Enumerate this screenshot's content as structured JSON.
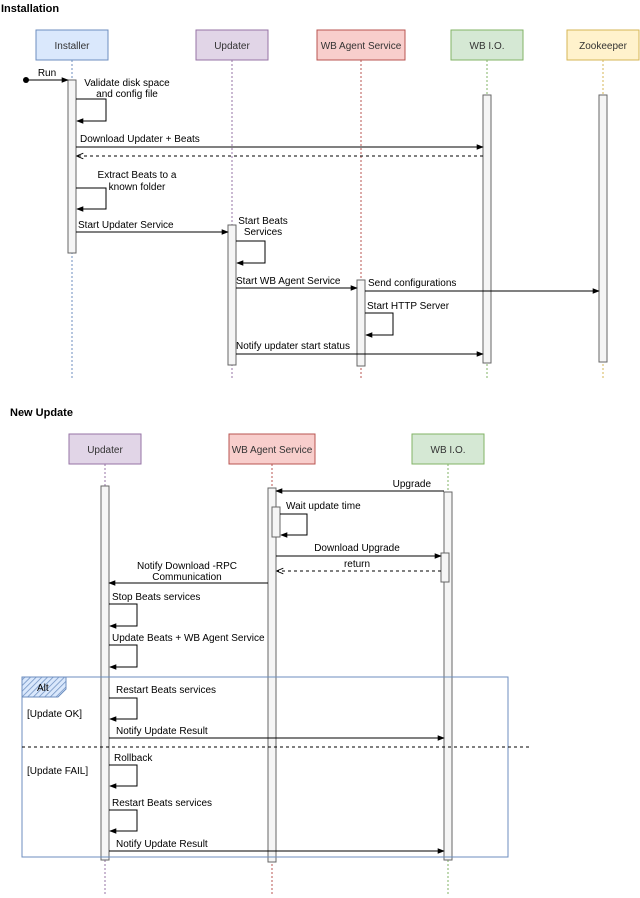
{
  "colors": {
    "blue_fill": "#dae8fc",
    "blue_stroke": "#6c8ebf",
    "purple_fill": "#e1d5e7",
    "purple_stroke": "#9673a6",
    "red_fill": "#f8cecc",
    "red_stroke": "#b85450",
    "green_fill": "#d5e8d4",
    "green_stroke": "#82b366",
    "yellow_fill": "#fff2cc",
    "yellow_stroke": "#d6b656",
    "activation_fill": "#f5f5f5",
    "activation_stroke": "#666666",
    "frame_stroke": "#6c8ebf"
  },
  "installation": {
    "title": "Installation",
    "actors": {
      "installer": "Installer",
      "updater": "Updater",
      "agent": "WB Agent Service",
      "wbio": "WB I.O.",
      "zookeeper": "Zookeeper"
    },
    "messages": {
      "run": "Run",
      "validate_1": "Validate disk space",
      "validate_2": "and config file",
      "download": "Download Updater + Beats",
      "extract_1": "Extract Beats to a",
      "extract_2": "known folder",
      "start_updater": "Start Updater Service",
      "start_beats_1": "Start Beats",
      "start_beats_2": "Services",
      "start_agent": "Start WB Agent Service",
      "send_config": "Send configurations",
      "start_http": "Start HTTP Server",
      "notify_status": "Notify updater start status"
    }
  },
  "update": {
    "title": "New Update",
    "actors": {
      "updater": "Updater",
      "agent": "WB Agent Service",
      "wbio": "WB I.O."
    },
    "messages": {
      "upgrade": "Upgrade",
      "wait": "Wait update time",
      "download_upgrade": "Download Upgrade",
      "ret": "return",
      "notify_dl_1": "Notify Download -RPC",
      "notify_dl_2": "Communication",
      "stop_beats": "Stop Beats services",
      "update_beats": "Update Beats + WB Agent Service",
      "restart_ok": "Restart Beats services",
      "notify_ok": "Notify Update Result",
      "rollback": "Rollback",
      "restart_fail": "Restart Beats services",
      "notify_fail": "Notify Update Result"
    },
    "alt_frame": {
      "label": "Alt",
      "guard_ok": "[Update OK]",
      "guard_fail": "[Update FAIL]"
    }
  }
}
